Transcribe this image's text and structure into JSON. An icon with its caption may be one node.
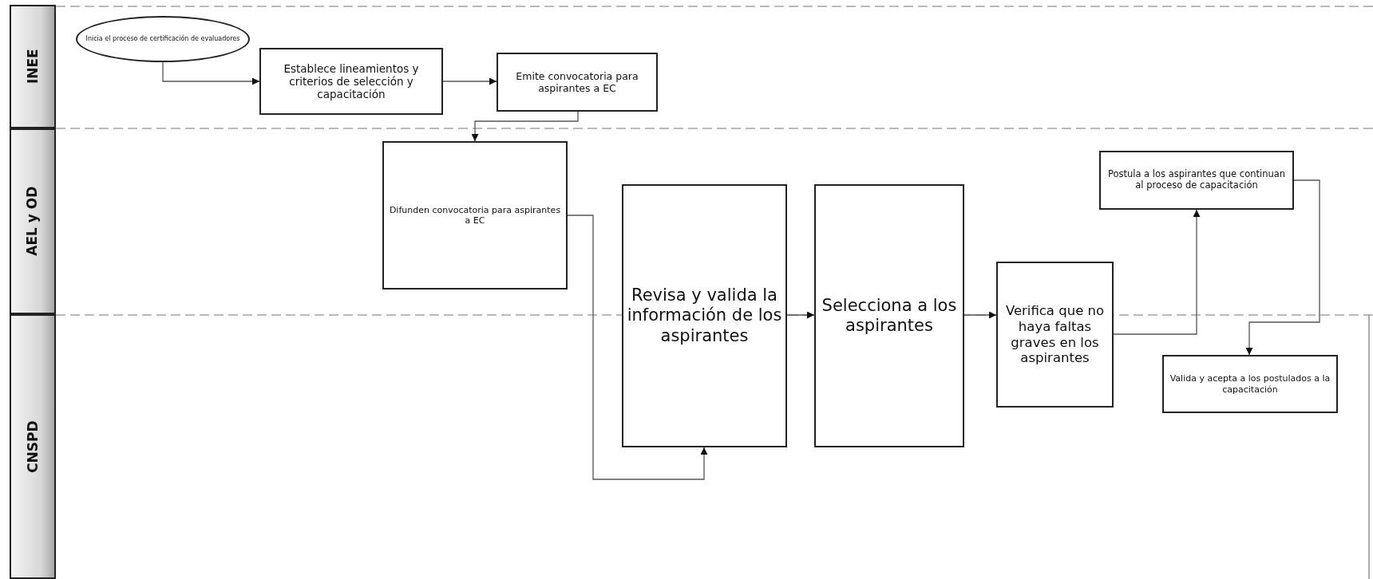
{
  "diagram": {
    "nodes": [
      {
        "text": [
          "INEE"
        ]
      },
      {
        "text": [
          "AEL y OD"
        ]
      },
      {
        "text": [
          "CNSPD"
        ]
      },
      {
        "text": [
          "Inicia el proceso de certificación de evaluadores"
        ]
      },
      {
        "text": [
          "Establece lineamientos y criterios de selección y capacitación"
        ]
      },
      {
        "text": [
          "Emite convocatoria para aspirantes a EC"
        ]
      },
      {
        "text": [
          "Difunden convocatoria para aspirantes a EC"
        ]
      },
      {
        "text": [
          "Revisa y valida la información de los aspirantes"
        ]
      },
      {
        "text": [
          "Selecciona a los aspirantes"
        ]
      },
      {
        "text": [
          "Verifica que no haya faltas graves en los aspirantes"
        ]
      },
      {
        "text": [
          "Postula a los aspirantes que continuan al proceso de capacitación"
        ]
      },
      {
        "text": [
          "Valida  y acepta a los postulados a la capacitación"
        ]
      }
    ],
    "edges": [
      {
        "from": 3,
        "to": 4,
        "arrow": "to"
      },
      {
        "from": 4,
        "to": 5,
        "arrow": "to"
      },
      {
        "from": 5,
        "to": 6,
        "arrow": "to"
      },
      {
        "from": 6,
        "to": 7,
        "arrow": "to"
      },
      {
        "from": 7,
        "to": 8,
        "arrow": "to"
      },
      {
        "from": 8,
        "to": 9,
        "arrow": "to"
      },
      {
        "from": 9,
        "to": 10,
        "arrow": "to"
      },
      {
        "from": 10,
        "to": 11,
        "arrow": "to"
      }
    ]
  }
}
